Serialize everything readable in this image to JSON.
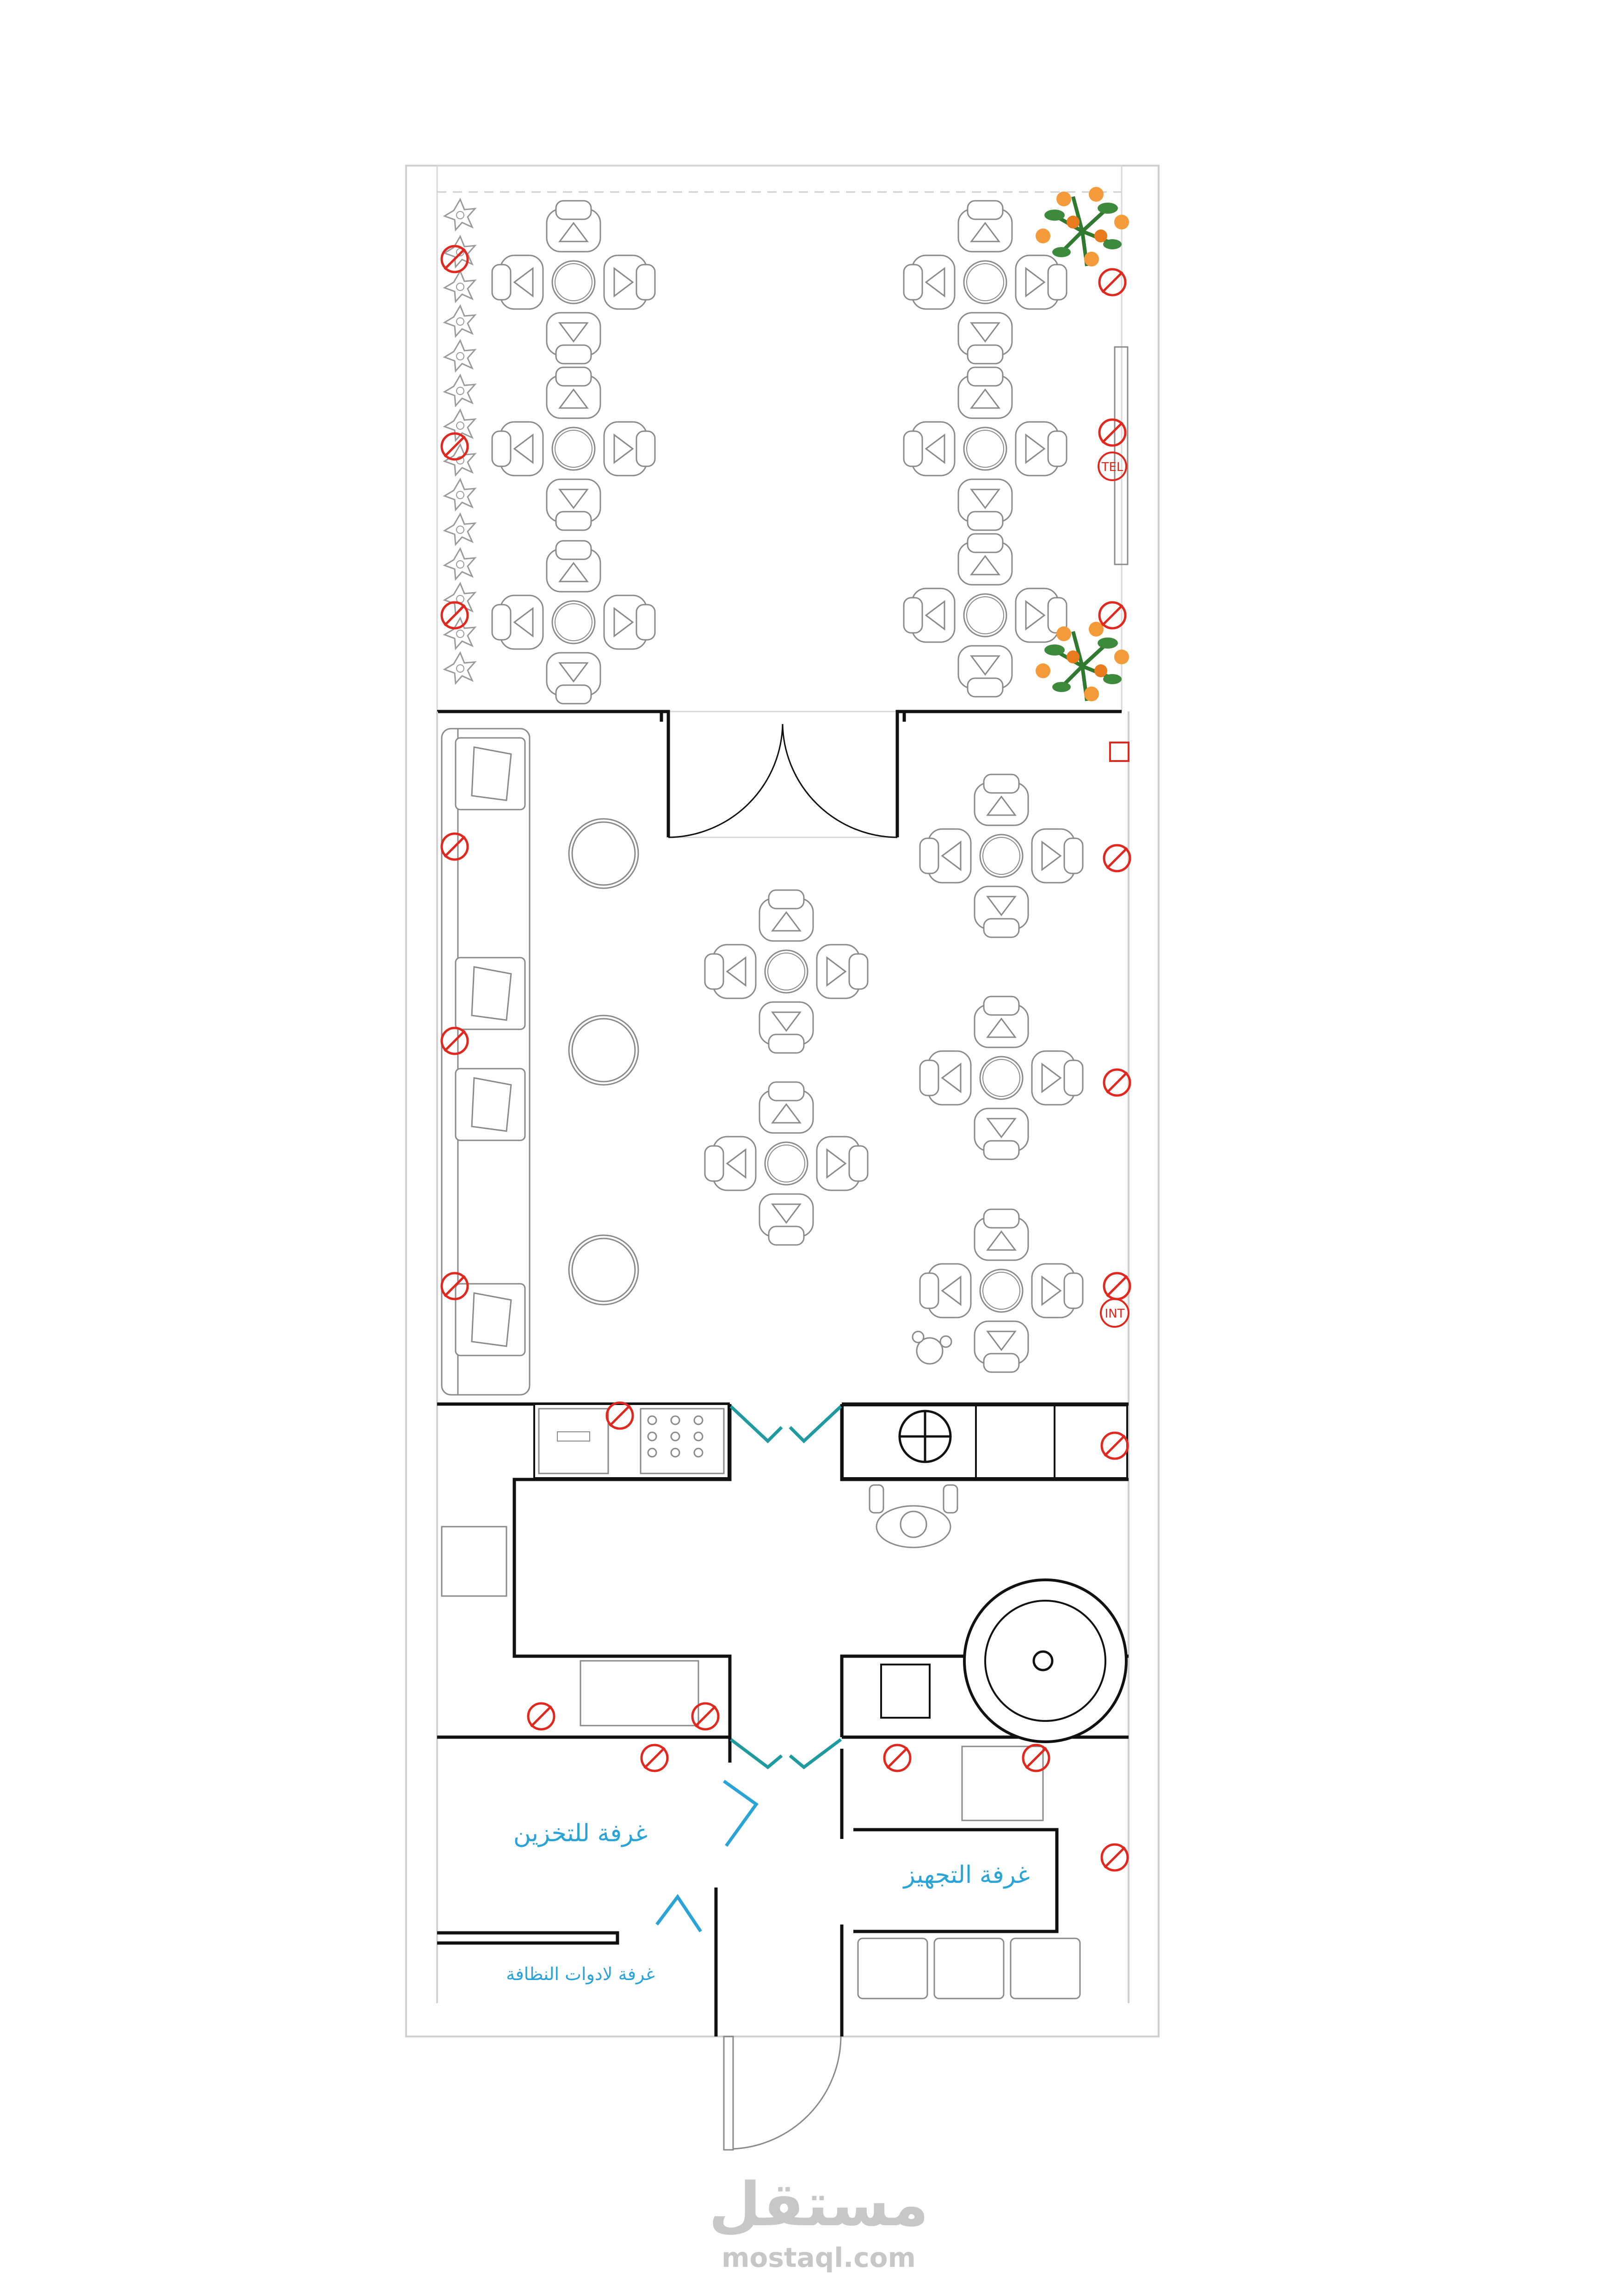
{
  "colors": {
    "outline": "#cfcfcf",
    "wall": "#111111",
    "furniture": "#8a8a8a",
    "outlet": "#e0281e",
    "door_blue": "#2aa3d6",
    "door_teal": "#1f9aa0",
    "label": "#2aa3d6",
    "watermark": "#c7c7c7"
  },
  "rooms": {
    "storage_label": "غرفة للتخزين",
    "prep_label": "غرفة التجهيز",
    "cleaning_label": "غرفة لادوات النظافة"
  },
  "symbols": {
    "tel": "TEL",
    "int": "INT"
  },
  "icons": {
    "outlet": "outlet-icon",
    "plant": "plant-icon",
    "chair": "armchair-icon",
    "table": "round-table-icon"
  },
  "watermark": {
    "arabic": "مستقل",
    "latin": "mostaql.com"
  }
}
